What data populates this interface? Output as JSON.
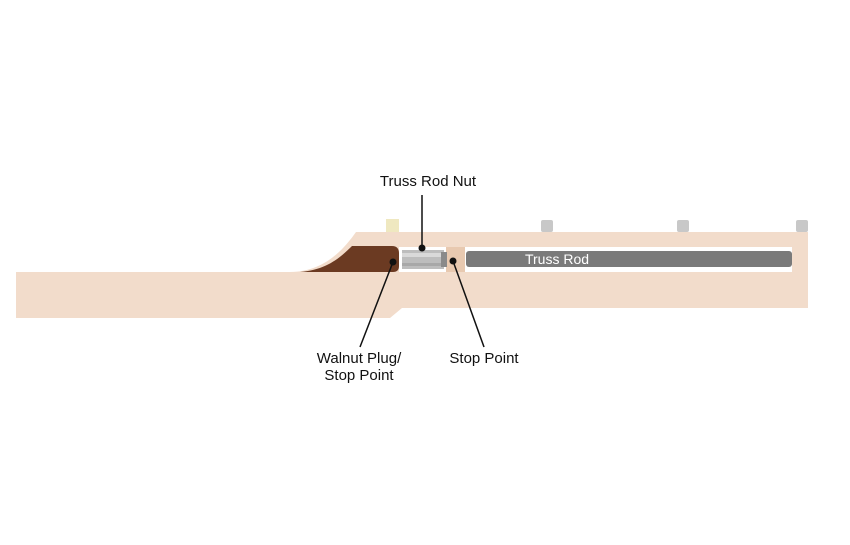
{
  "labels": {
    "truss_rod_nut": "Truss Rod Nut",
    "walnut_plug_line1": "Walnut Plug/",
    "walnut_plug_line2": "Stop Point",
    "stop_point": "Stop Point",
    "truss_rod": "Truss Rod"
  },
  "colors": {
    "neck_wood": "#f2dccb",
    "walnut": "#6b3a22",
    "rod": "#7a7a7a",
    "rod_channel": "#ffffff",
    "nut_metal": "#bdbdbd",
    "stop_block": "#e8c9b0",
    "fret": "#c8c8c8",
    "bone_nut": "#efe8c0",
    "leader": "#111111"
  }
}
